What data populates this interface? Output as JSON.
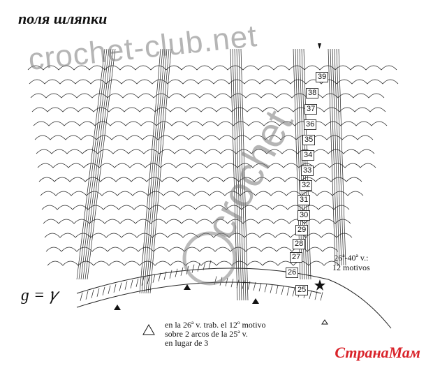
{
  "title": "поля шляпки",
  "row_numbers": [
    "39",
    "38",
    "37",
    "36",
    "35",
    "34",
    "33",
    "32",
    "31",
    "30",
    "29",
    "28",
    "27",
    "26",
    "25"
  ],
  "note": {
    "line1": "26ª-40ª v.:",
    "line2": "12 motivos"
  },
  "legend": {
    "symbol": "triangle",
    "line1": "en la 26ª v. trab. el 12º motivo",
    "line2": "sobre 2 arcos de la 25ª v.",
    "line3": "en lugar de 3"
  },
  "key": "ɡ = 𝛾",
  "watermarks": {
    "top": "crochet-club.net",
    "diagonal": "crochet"
  },
  "site_logo": "СтранаМам"
}
